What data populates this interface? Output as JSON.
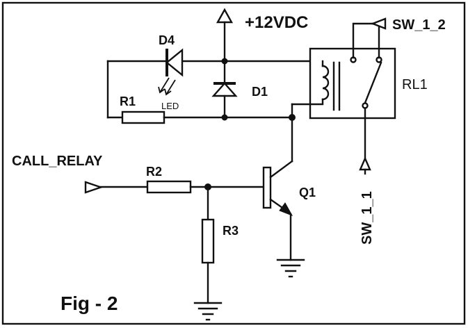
{
  "figure_caption": "Fig - 2",
  "power_rail": {
    "label": "+12VDC"
  },
  "input": {
    "label": "CALL_RELAY"
  },
  "components": {
    "diode_led": {
      "ref": "D4",
      "sub_label": "LED"
    },
    "diode": {
      "ref": "D1"
    },
    "resistor_r1": {
      "ref": "R1"
    },
    "resistor_r2": {
      "ref": "R2"
    },
    "resistor_r3": {
      "ref": "R3"
    },
    "transistor": {
      "ref": "Q1"
    },
    "relay": {
      "ref": "RL1"
    }
  },
  "switch_terminals": {
    "top": {
      "label": "SW_1_2"
    },
    "bottom": {
      "label": "SW_1_1"
    }
  }
}
